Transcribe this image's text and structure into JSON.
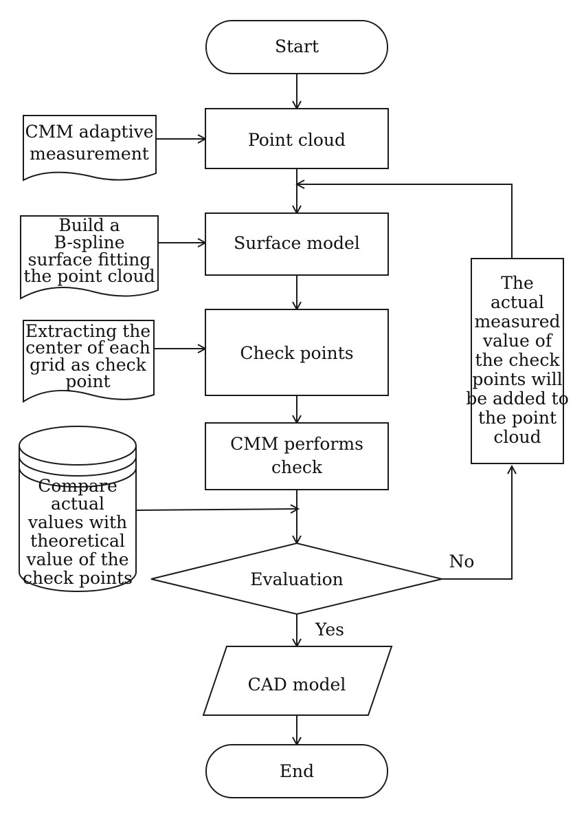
{
  "nodes": {
    "start": {
      "label": "Start"
    },
    "point_cloud": {
      "label": "Point cloud"
    },
    "surface_model": {
      "label": "Surface model"
    },
    "check_points": {
      "label": "Check points"
    },
    "cmm_check": {
      "lines": [
        "CMM performs",
        "check"
      ]
    },
    "evaluation": {
      "label": "Evaluation"
    },
    "cad_model": {
      "label": "CAD model"
    },
    "end": {
      "label": "End"
    }
  },
  "side_inputs": {
    "cmm_measurement": {
      "lines": [
        "CMM adaptive",
        "measurement"
      ]
    },
    "bspline": {
      "lines": [
        "Build a",
        "B-spline",
        "surface fitting",
        "the point cloud"
      ]
    },
    "extract": {
      "lines": [
        "Extracting the",
        "center of each",
        "grid as check",
        "point"
      ]
    },
    "compare": {
      "lines": [
        "Compare",
        "actual",
        "values with",
        "theoretical",
        "value of the",
        "check points"
      ]
    }
  },
  "feedback": {
    "lines": [
      "The",
      "actual",
      "measured",
      "value of",
      "the check",
      "points will",
      "be added to",
      "the point",
      "cloud"
    ]
  },
  "edges": {
    "yes_label": "Yes",
    "no_label": "No"
  }
}
